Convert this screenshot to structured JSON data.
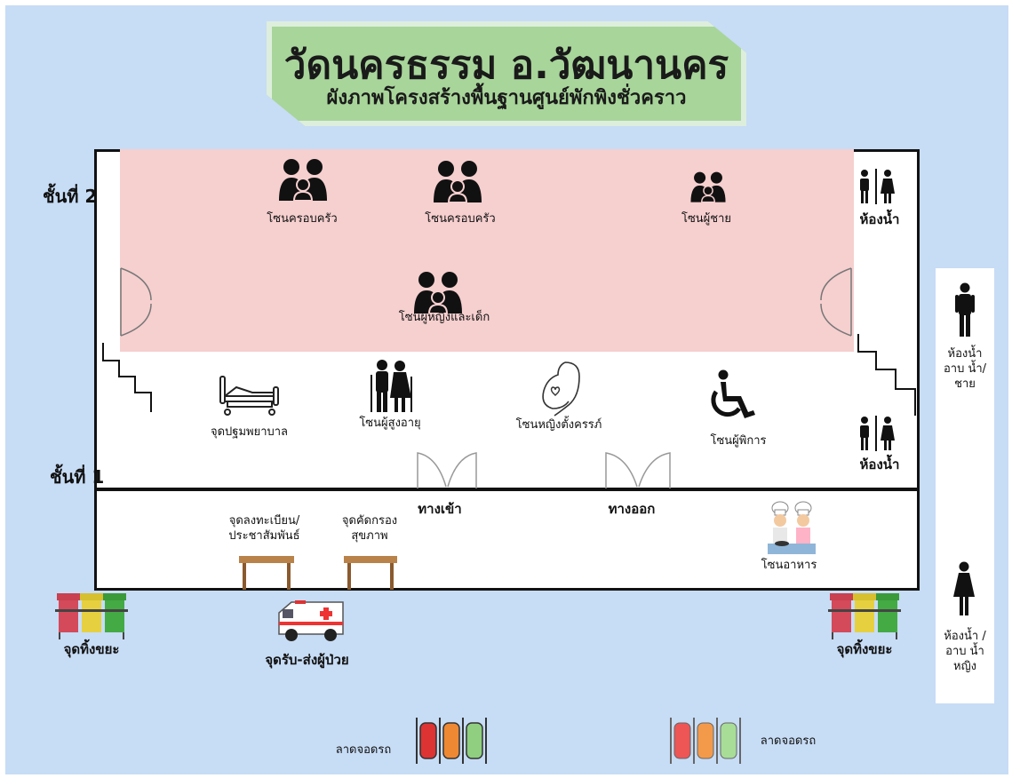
{
  "title": "วัดนครธรรม อ.วัฒนานคร",
  "subtitle": "ผังภาพโครงสร้างพื้นฐานศูนย์พักพิงชั่วคราว",
  "floors": {
    "floor2": "ชั้นที่ 2",
    "floor1": "ชั้นที่ 1"
  },
  "floor2_zones": {
    "family1": "โซนครอบครัว",
    "family2": "โซนครอบครัว",
    "men": "โซนผู้ชาย",
    "women_children": "โซนผู้หญิงและเด็ก",
    "restroom": "ห้องน้ำ"
  },
  "floor1_zones": {
    "first_aid": "จุดปฐมพยาบาล",
    "elderly": "โซนผู้สูงอายุ",
    "pregnant": "โซนหญิงตั้งครรภ์",
    "disabled": "โซนผู้พิการ",
    "restroom": "ห้องน้ำ"
  },
  "ground": {
    "entrance": "ทางเข้า",
    "exit": "ทางออก",
    "registration": "จุดลงทะเบียน/ ประชาสัมพันธ์",
    "screening": "จุดคัดกรอง สุขภาพ",
    "food": "โซนอาหาร"
  },
  "outside": {
    "trash_left": "จุดทิ้งขยะ",
    "trash_right": "จุดทิ้งขยะ",
    "ambulance": "จุดรับ-ส่งผู้ป่วย",
    "parking_left": "ลาดจอดรถ",
    "parking_right": "ลาดจอดรถ"
  },
  "side": {
    "men_bath": "ห้องน้ำ อาบ น้ำ/ชาย",
    "women_bath": "ห้องน้ำ /อาบ น้ำหญิง"
  },
  "colors": {
    "background": "#c7dcf5",
    "title_box": "#a8d59a",
    "sleeping_zone": "#f6cfcf"
  }
}
